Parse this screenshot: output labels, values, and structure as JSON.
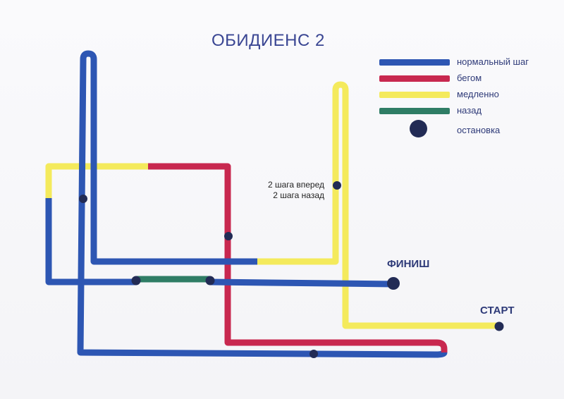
{
  "title": "ОБИДИЕНС 2",
  "legend": {
    "normal": {
      "label": "нормальный шаг",
      "color": "#2d56b3"
    },
    "run": {
      "label": "бегом",
      "color": "#c8284f"
    },
    "slow": {
      "label": "медленно",
      "color": "#f4ea5c"
    },
    "back": {
      "label": "назад",
      "color": "#2f7d65"
    },
    "stop": {
      "label": "остановка",
      "color": "#222b55"
    }
  },
  "labels": {
    "finish": "ФИНИШ",
    "start": "СТАРТ",
    "note_line1": "2 шага вперед",
    "note_line2": "2 шага назад"
  }
}
